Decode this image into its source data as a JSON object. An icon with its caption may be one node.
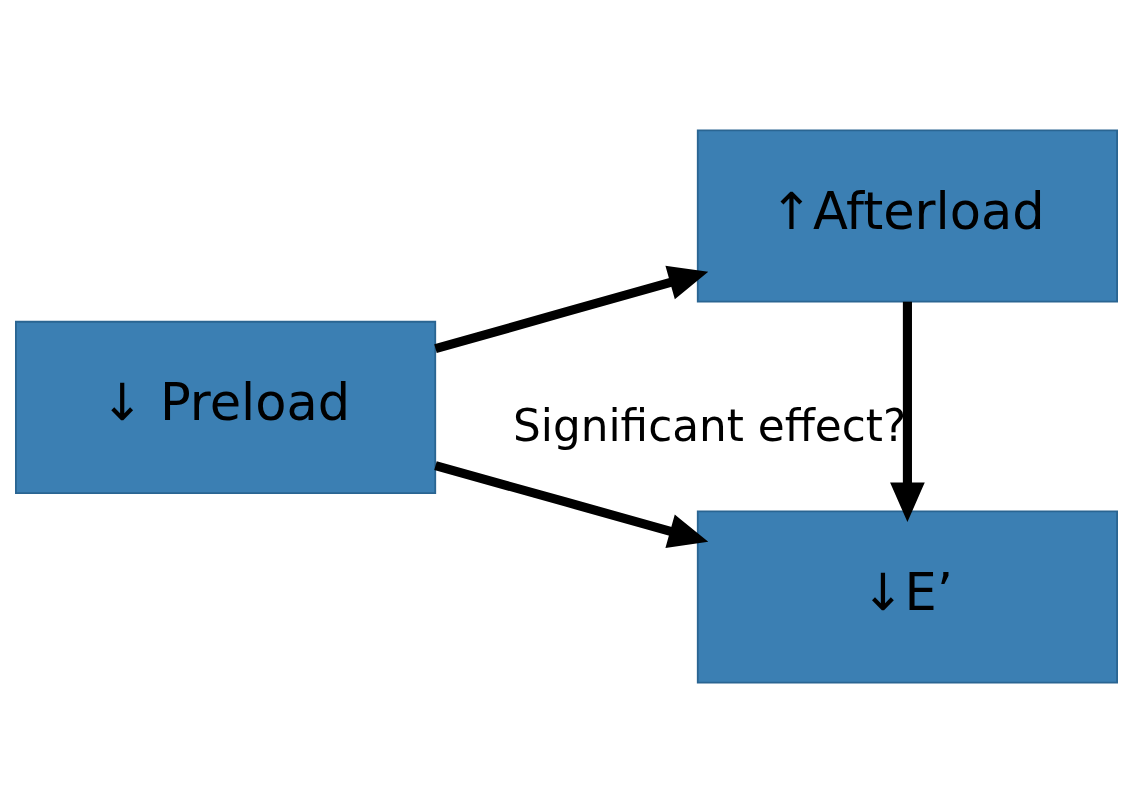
{
  "diagram": {
    "nodes": [
      {
        "text": [
          "↓ Preload"
        ]
      },
      {
        "text": [
          "↓E’"
        ]
      },
      {
        "text": [
          "↑Afterload"
        ]
      }
    ],
    "edges": [
      {
        "from": 0,
        "to": 1,
        "arrow": "to"
      },
      {
        "from": 0,
        "to": 2,
        "arrow": "to"
      },
      {
        "from": 2,
        "to": 1,
        "arrow": "to",
        "label": "Significant effect?"
      }
    ]
  }
}
